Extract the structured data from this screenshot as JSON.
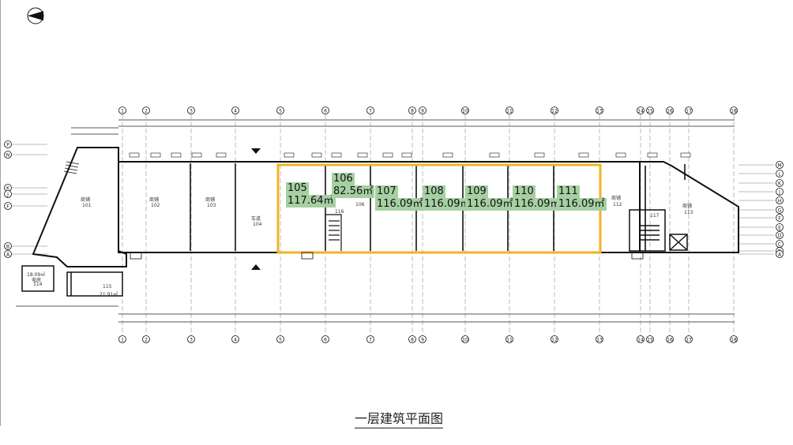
{
  "caption": "一层建筑平面图",
  "units": [
    {
      "id": "105",
      "area": "117.64㎡"
    },
    {
      "id": "106",
      "area": "82.56㎡"
    },
    {
      "id": "107",
      "area": "116.09㎡"
    },
    {
      "id": "108",
      "area": "116.09㎡"
    },
    {
      "id": "109",
      "area": "116.09㎡"
    },
    {
      "id": "110",
      "area": "116.09㎡"
    },
    {
      "id": "111",
      "area": "116.09㎡"
    }
  ],
  "rooms": {
    "r101": "商铺",
    "r101_no": "101",
    "r102": "商铺",
    "r102_no": "102",
    "r103": "商铺",
    "r103_no": "103",
    "r104": "车道",
    "r104_no": "104",
    "r112": "商铺",
    "r112_no": "112",
    "r113": "商铺",
    "r113_no": "113",
    "r114_area": "18.09㎡",
    "r114_name": "电房",
    "r114_no": "114",
    "r115_no": "115",
    "r115_area": "21.91㎡",
    "r116": "116",
    "r106": "106",
    "r117": "117"
  },
  "axes_top": [
    "1",
    "2",
    "3",
    "4",
    "5",
    "6",
    "7",
    "8",
    "9",
    "10",
    "11",
    "12",
    "13",
    "14",
    "15",
    "16",
    "17",
    "18"
  ],
  "axes_right": [
    "M",
    "L",
    "K",
    "J",
    "H",
    "G",
    "F",
    "E",
    "D",
    "C",
    "B",
    "A"
  ],
  "axes_left": [
    "P",
    "N",
    "K",
    "J",
    "F",
    "B",
    "A"
  ],
  "colors": {
    "highlight": "#f0b323",
    "unit_label_bg": "#a6d0a2",
    "wall": "#111111"
  }
}
